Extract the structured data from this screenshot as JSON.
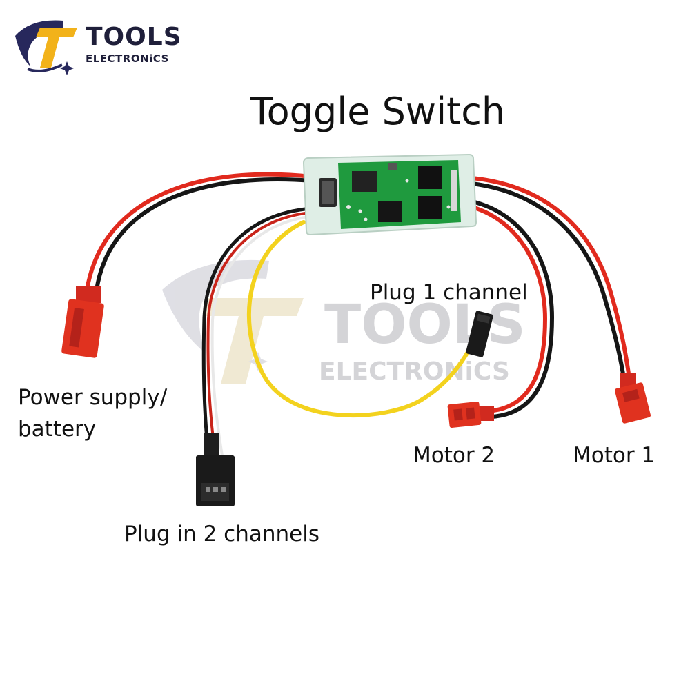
{
  "brand": {
    "name": "TOOLS",
    "subtitle": "ELECTRONiCS",
    "logo_icon": "tools-t-logo-icon",
    "colors": {
      "navy": "#27285c",
      "gold": "#f2b21a"
    }
  },
  "title": "Toggle Switch",
  "watermark": {
    "line1": "TOOLS",
    "line2": "ELECTRONiCS"
  },
  "labels": {
    "plug_1_channel": "Plug 1 channel",
    "power_supply_line1": "Power supply/",
    "power_supply_line2": "battery",
    "plug_in_2_channels": "Plug in 2 channels",
    "motor_2": "Motor 2",
    "motor_1": "Motor 1"
  },
  "wire_colors": {
    "red": "#e12a1e",
    "black": "#161616",
    "yellow": "#f3d21e",
    "pcb": "#1f9a3e"
  }
}
